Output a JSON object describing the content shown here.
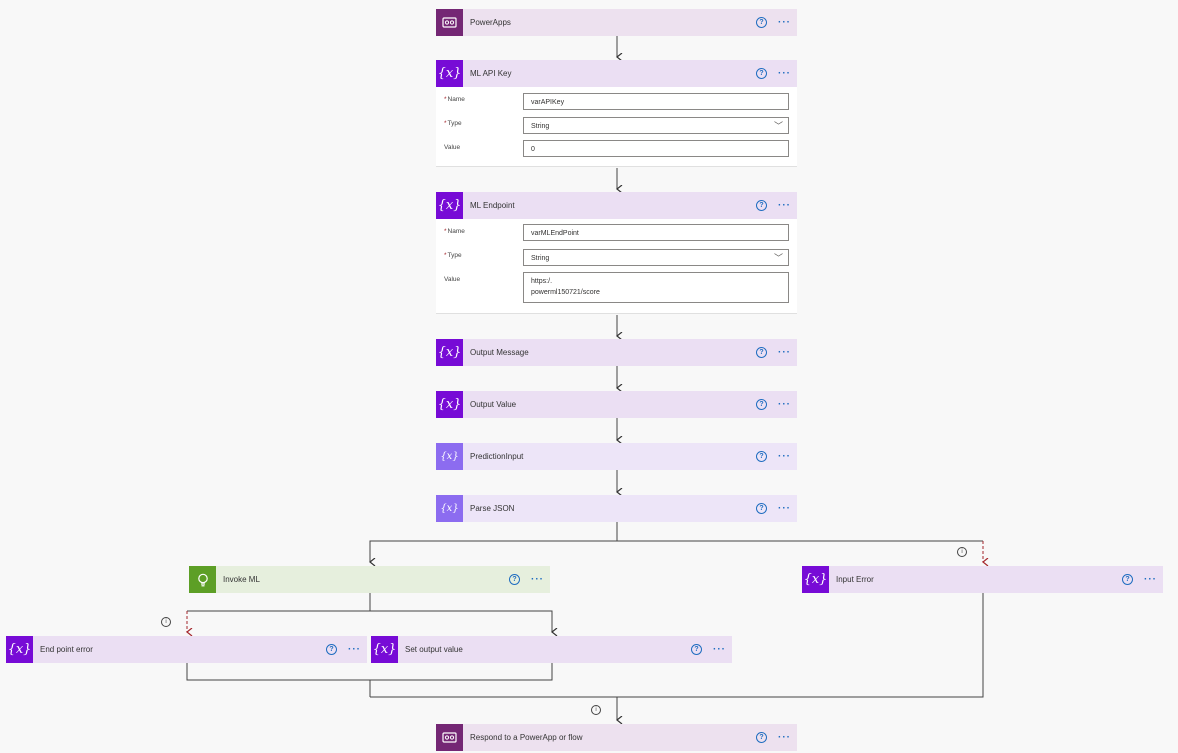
{
  "colors": {
    "variable_icon": "#770bd6",
    "variable_light_icon": "#8c6cf0",
    "powerapps_icon": "#742774",
    "ml_icon": "#5d9f26",
    "help_icon": "#1f6dc0",
    "failure_arrow": "#a4262c"
  },
  "icons": {
    "variable": "{x}",
    "powerapps": "powerapps-icon",
    "ml": "lightbulb-icon",
    "help": "?",
    "more": "···",
    "info": "i",
    "chevron": "﹀"
  },
  "steps": {
    "powerapps": {
      "title": "PowerApps"
    },
    "ml_api_key": {
      "title": "ML API Key",
      "name_label": "Name",
      "name_value": "varAPIKey",
      "type_label": "Type",
      "type_value": "String",
      "value_label": "Value",
      "value_value": "0"
    },
    "ml_endpoint": {
      "title": "ML Endpoint",
      "name_label": "Name",
      "name_value": "varMLEndPoint",
      "type_label": "Type",
      "type_value": "String",
      "value_label": "Value",
      "value_line1": "https:/.",
      "value_line2": "powerml150721/score"
    },
    "output_message": {
      "title": "Output Message"
    },
    "output_value": {
      "title": "Output Value"
    },
    "prediction_input": {
      "title": "PredictionInput"
    },
    "parse_json": {
      "title": "Parse JSON"
    },
    "invoke_ml": {
      "title": "Invoke ML"
    },
    "input_error": {
      "title": "Input Error"
    },
    "end_point_error": {
      "title": "End point error"
    },
    "set_output_value": {
      "title": "Set output value"
    },
    "respond": {
      "title": "Respond to a PowerApp or flow"
    }
  },
  "required_marker": "*"
}
